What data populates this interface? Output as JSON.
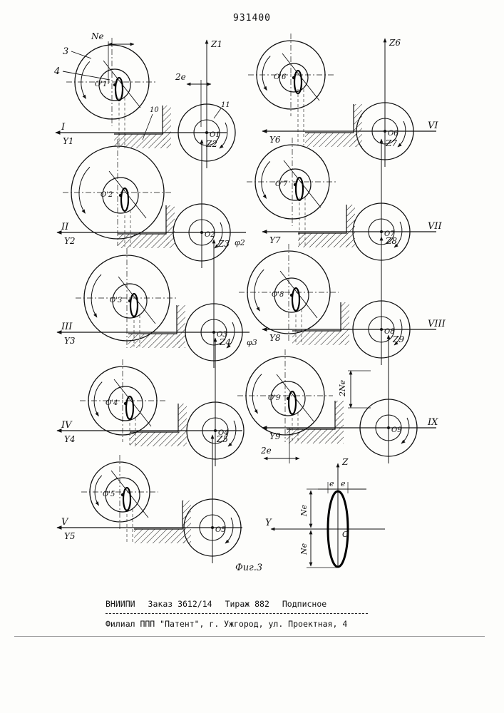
{
  "page_number": "931400",
  "figure_caption": "Фиг.3",
  "panels": [
    {
      "numeral": "I",
      "y_axis": "Y1",
      "z_axis": "Z1",
      "center": "O1",
      "offset_center": "O'1"
    },
    {
      "numeral": "II",
      "y_axis": "Y2",
      "z_axis": "Z2",
      "center": "O2",
      "offset_center": "O'2",
      "angle": "φ2"
    },
    {
      "numeral": "III",
      "y_axis": "Y3",
      "z_axis": "Z3",
      "center": "O3",
      "offset_center": "O'3",
      "angle": "φ3"
    },
    {
      "numeral": "IV",
      "y_axis": "Y4",
      "z_axis": "Z4",
      "center": "O4",
      "offset_center": "O'4"
    },
    {
      "numeral": "V",
      "y_axis": "Y5",
      "z_axis": "Z5",
      "center": "O5",
      "offset_center": "O'5"
    },
    {
      "numeral": "VI",
      "y_axis": "Y6",
      "z_axis": "Z6",
      "center": "O6",
      "offset_center": "O'6"
    },
    {
      "numeral": "VII",
      "y_axis": "Y7",
      "z_axis": "Z7",
      "center": "O7",
      "offset_center": "O'7"
    },
    {
      "numeral": "VIII",
      "y_axis": "Y8",
      "z_axis": "Z8",
      "center": "O8",
      "offset_center": "O'8"
    },
    {
      "numeral": "IX",
      "y_axis": "Y9",
      "z_axis": "Z9",
      "center": "O9",
      "offset_center": "O'9"
    }
  ],
  "callouts": {
    "part_3": "3",
    "part_4": "4",
    "part_10": "10",
    "part_11": "11"
  },
  "dimensions": {
    "ne": "Ne",
    "two_e": "2e",
    "two_ne": "2Ne",
    "e": "e"
  },
  "ellipse_inset": {
    "z": "Z",
    "y": "Y",
    "origin": "O"
  },
  "imprint": {
    "org": "ВНИИПИ",
    "order": "Заказ 3612/14",
    "print_run": "Тираж 882",
    "type": "Подписное",
    "branch": "Филиал ППП \"Патент\", г. Ужгород, ул. Проектная, 4"
  }
}
